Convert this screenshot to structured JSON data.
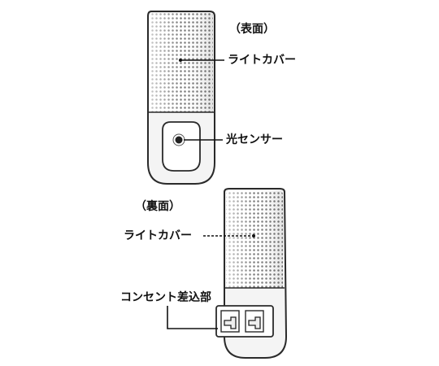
{
  "front": {
    "heading": "（表面）",
    "light_cover_label": "ライトカバー",
    "sensor_label": "光センサー"
  },
  "back": {
    "heading": "（裏面）",
    "light_cover_label": "ライトカバー",
    "outlet_label": "コンセント差込部"
  },
  "colors": {
    "outline": "#2a2a2a",
    "cover_dots": "#7a7a7a",
    "body_fill": "#f4f4f4"
  }
}
